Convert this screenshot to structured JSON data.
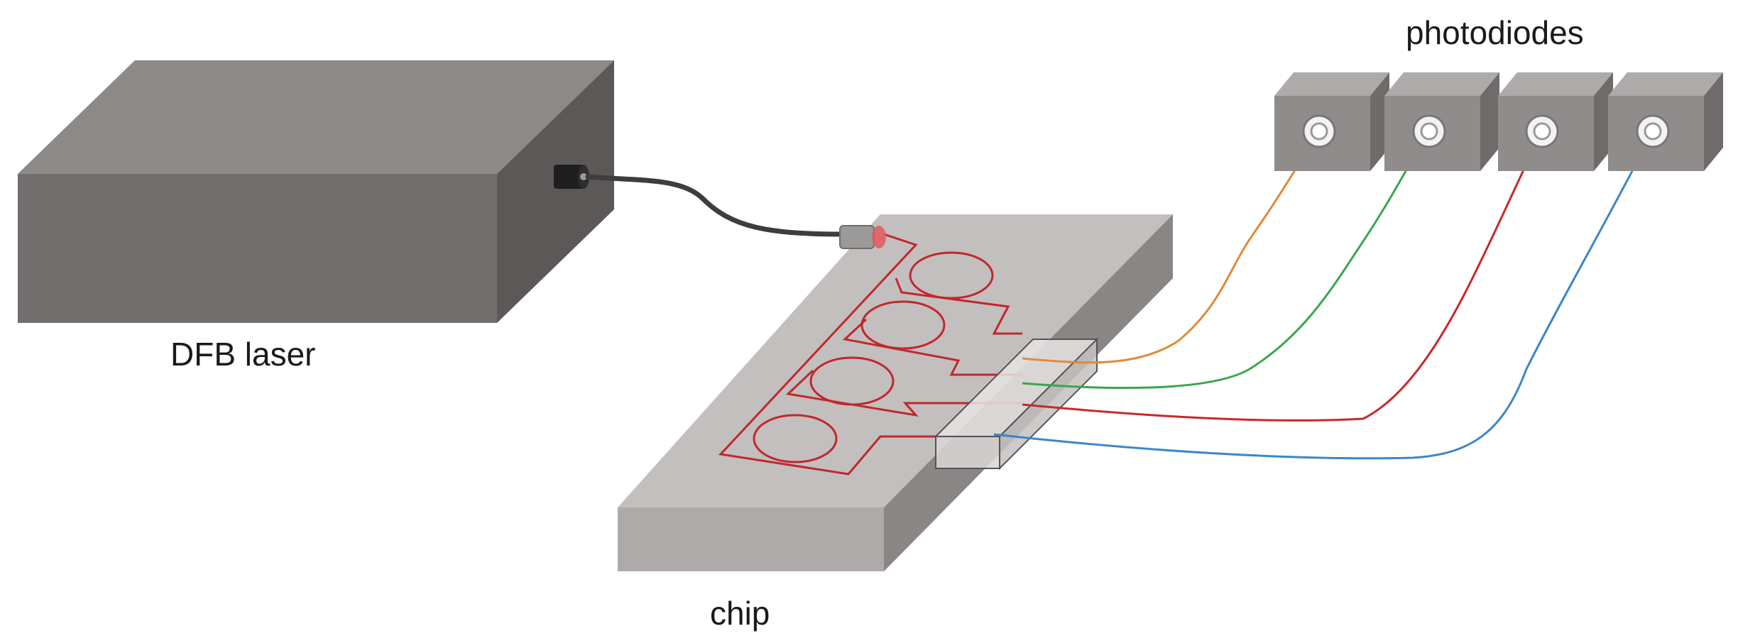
{
  "labels": {
    "laser": "DFB laser",
    "chip": "chip",
    "photodiodes": "photodiodes"
  },
  "colors": {
    "laser_top": "#8d8988",
    "laser_front": "#726e6d",
    "laser_side": "#5c5857",
    "chip_top": "#c3bfbe",
    "chip_front": "#aeaaa9",
    "chip_side": "#8a8685",
    "waveguide": "#c0282e",
    "fiber_input": "#3d3d3d",
    "photodiode_face": "#8f8c8b",
    "photodiode_top": "#aeaaa9",
    "photodiode_side": "#6f6b6a",
    "fiber_1": "#e08a3c",
    "fiber_2": "#3aa64e",
    "fiber_3": "#c8282a",
    "fiber_4": "#3b86c8"
  },
  "photodiode_count": 4,
  "ring_resonator_count": 4
}
